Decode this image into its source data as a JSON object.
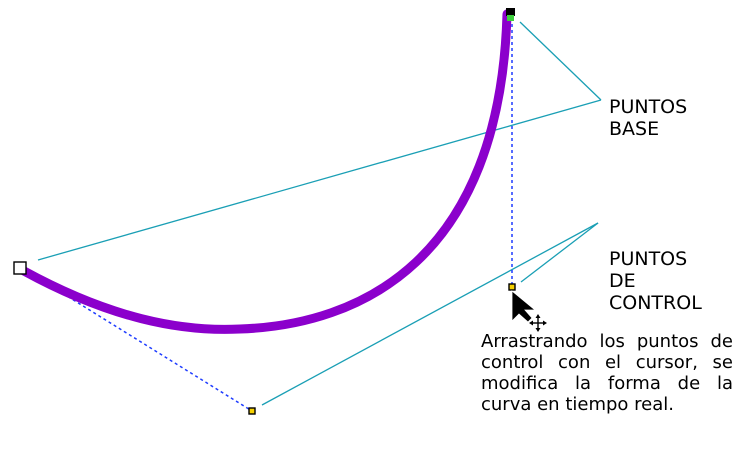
{
  "labels": {
    "base_points": "PUNTOS\nBASE",
    "control_points": "PUNTOS\nDE\nCONTROL"
  },
  "caption": "Arrastrando los puntos de control con el cursor, se modifica la forma de la curva en tiempo real.",
  "colors": {
    "curve": "#8b00cc",
    "control_line": "#1e3cff",
    "callout": "#1a9fb5",
    "handle": "#000000",
    "selected_handle": "#3ccf3c"
  },
  "icons": {
    "cursor": "move-arrow-cursor"
  }
}
